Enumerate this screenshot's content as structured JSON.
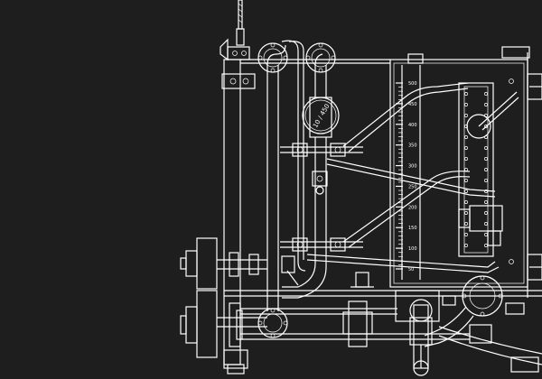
{
  "drawing": {
    "background": "#1e1e1e",
    "line_color": "#ffffff",
    "gauge_label": "10 / 450",
    "scale_ticks": [
      "500",
      "450",
      "400",
      "350",
      "300",
      "250",
      "200",
      "150",
      "100",
      "50"
    ]
  }
}
